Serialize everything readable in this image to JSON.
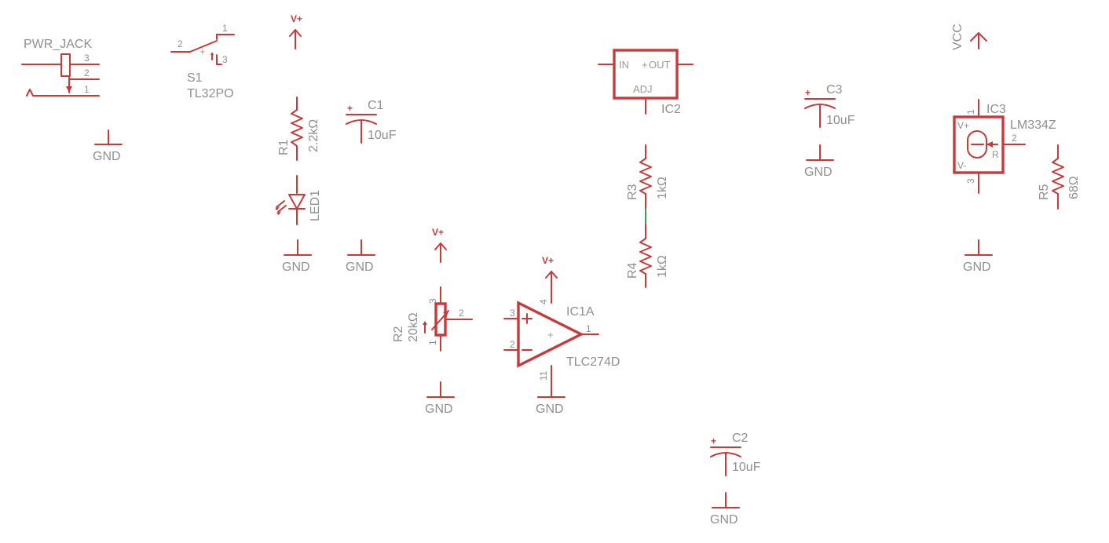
{
  "supply_label": "V+",
  "vcc_label": "VCC",
  "ground_label": "GND",
  "pwr_jack": {
    "name": "PWR_JACK",
    "pins": [
      "3",
      "2",
      "1"
    ]
  },
  "s1": {
    "name": "S1",
    "value": "TL32PO",
    "pins": [
      "1",
      "2",
      "3"
    ]
  },
  "r1": {
    "name": "R1",
    "value": "2.2kΩ"
  },
  "led1": {
    "name": "LED1"
  },
  "c1": {
    "name": "C1",
    "value": "10uF"
  },
  "r2": {
    "name": "R2",
    "value": "20kΩ",
    "pins": [
      "3",
      "2",
      "1"
    ]
  },
  "ic1a": {
    "name": "IC1A",
    "value": "TLC274D",
    "pins": [
      "3",
      "2",
      "4",
      "11",
      "1"
    ]
  },
  "ic2": {
    "name": "IC2",
    "pins": [
      "IN",
      "OUT",
      "ADJ"
    ]
  },
  "r3": {
    "name": "R3",
    "value": "1kΩ"
  },
  "r4": {
    "name": "R4",
    "value": "1kΩ"
  },
  "c2": {
    "name": "C2",
    "value": "10uF"
  },
  "c3": {
    "name": "C3",
    "value": "10uF"
  },
  "ic3": {
    "name": "IC3",
    "value": "LM334Z",
    "pins": [
      "1",
      "2",
      "3",
      "V+",
      "V-",
      "R"
    ]
  },
  "r5": {
    "name": "R5",
    "value": "68Ω"
  },
  "colors": {
    "wire": "#c83a3a",
    "net": "#3c9a64",
    "text": "#8f8f8f",
    "background": "#ffffff"
  }
}
